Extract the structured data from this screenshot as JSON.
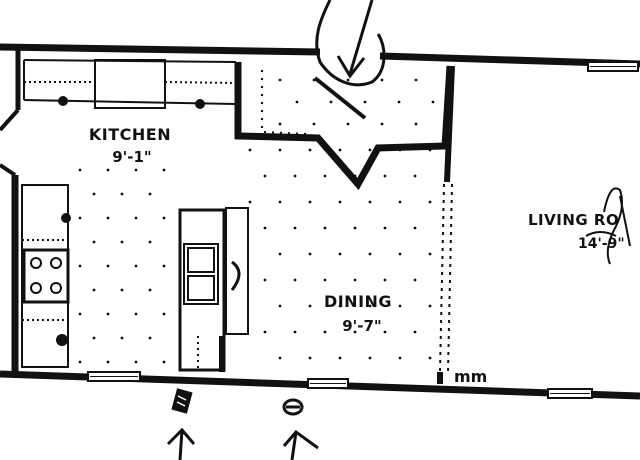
{
  "plan": {
    "rooms": [
      {
        "name": "KITCHEN",
        "dimension": "9'-1\""
      },
      {
        "name": "DINING",
        "dimension": "9'-7\""
      },
      {
        "name": "LIVING RO",
        "dimension": "14'-9\""
      }
    ],
    "annotations": {
      "scribble": "mm"
    },
    "colors": {
      "ink": "#111111",
      "paper": "#ffffff"
    }
  }
}
